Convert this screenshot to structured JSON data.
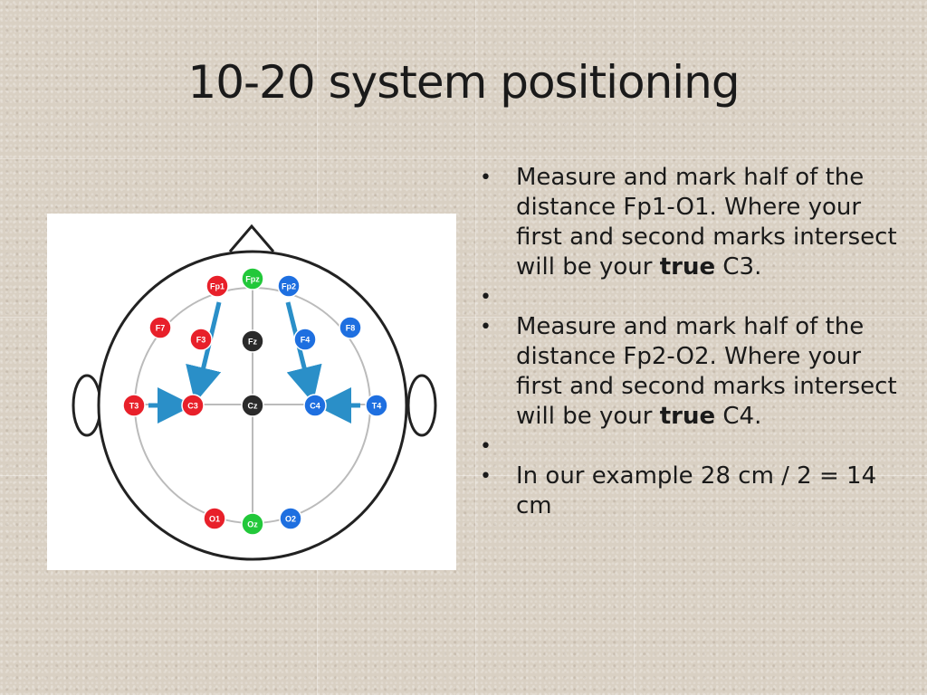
{
  "slide": {
    "title": "10-20 system positioning"
  },
  "figure": {
    "electrodes": [
      {
        "label": "Fp1",
        "color": "#e8202a"
      },
      {
        "label": "Fpz",
        "color": "#22c83a"
      },
      {
        "label": "Fp2",
        "color": "#1e6fe0"
      },
      {
        "label": "F7",
        "color": "#e8202a"
      },
      {
        "label": "F3",
        "color": "#e8202a"
      },
      {
        "label": "Fz",
        "color": "#2a2a2a"
      },
      {
        "label": "F4",
        "color": "#1e6fe0"
      },
      {
        "label": "F8",
        "color": "#1e6fe0"
      },
      {
        "label": "T3",
        "color": "#e8202a"
      },
      {
        "label": "C3",
        "color": "#e8202a"
      },
      {
        "label": "Cz",
        "color": "#2a2a2a"
      },
      {
        "label": "C4",
        "color": "#1e6fe0"
      },
      {
        "label": "T4",
        "color": "#1e6fe0"
      },
      {
        "label": "O1",
        "color": "#e8202a"
      },
      {
        "label": "Oz",
        "color": "#22c83a"
      },
      {
        "label": "O2",
        "color": "#1e6fe0"
      }
    ],
    "arrow_color": "#2a8fc8"
  },
  "bullets": [
    {
      "text": "Measure and mark half of the distance Fp1-O1. Where your first and second marks intersect will be your ",
      "bold": "true",
      "tail": " C3."
    },
    {
      "text": "",
      "bold": "",
      "tail": ""
    },
    {
      "text": "Measure and mark half of the distance Fp2-O2. Where your first and second marks intersect will be your ",
      "bold": "true",
      "tail": " C4."
    },
    {
      "text": "",
      "bold": "",
      "tail": ""
    },
    {
      "text": "In our example 28 cm / 2 = 14 cm",
      "bold": "",
      "tail": ""
    }
  ],
  "bullet_glyph": "•"
}
